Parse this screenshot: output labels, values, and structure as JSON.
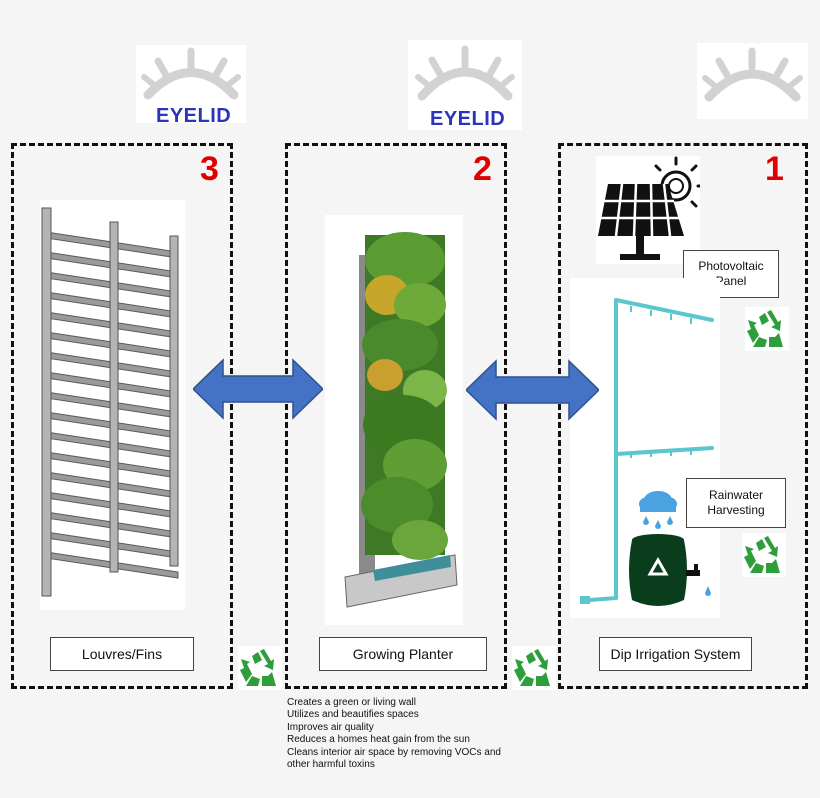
{
  "eyelids": [
    {
      "label": "EYELID"
    },
    {
      "label": "EYELID"
    },
    {
      "label": ""
    }
  ],
  "panels": [
    {
      "number": "3",
      "caption": "Louvres/Fins"
    },
    {
      "number": "2",
      "caption": "Growing Planter"
    },
    {
      "number": "1",
      "caption": "Dip Irrigation System"
    }
  ],
  "labels": {
    "photovoltaic": "Photovoltaic Panel",
    "rainwater": "Rainwater Harvesting"
  },
  "benefits": [
    "Creates a green or living wall",
    "Utilizes and beautifies spaces",
    "Improves air quality",
    "Reduces a homes heat gain from the sun",
    "Cleans interior air space by removing VOCs and",
    "other harmful toxins"
  ],
  "colors": {
    "number": "#e00000",
    "eyelid_text": "#2a35b8",
    "arrow": "#4472c4",
    "recycle": "#2e9e3a",
    "pipe": "#5bc6cc"
  }
}
